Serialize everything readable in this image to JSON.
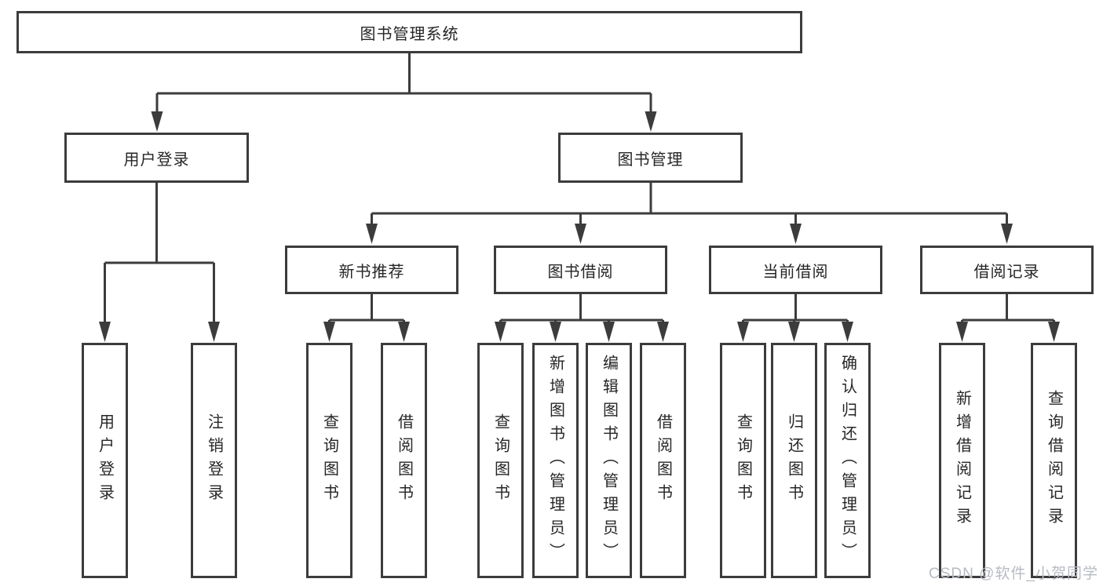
{
  "diagram": {
    "root": {
      "label": "图书管理系统"
    },
    "level2": [
      {
        "label": "用户登录"
      },
      {
        "label": "图书管理"
      }
    ],
    "level3": [
      {
        "label": "新书推荐"
      },
      {
        "label": "图书借阅"
      },
      {
        "label": "当前借阅"
      },
      {
        "label": "借阅记录"
      }
    ],
    "leaves": {
      "user_login": [
        "用户登录",
        "注销登录"
      ],
      "new_book": [
        "查询图书",
        "借阅图书"
      ],
      "borrow": [
        "查询图书",
        "新增图书（管理员）",
        "编辑图书（管理员）",
        "借阅图书"
      ],
      "current": [
        "查询图书",
        "归还图书",
        "确认归还（管理员）"
      ],
      "records": [
        "新增借阅记录",
        "查询借阅记录"
      ]
    }
  },
  "colors": {
    "line": "#3c3c3c",
    "text": "#262626",
    "watermark": "#b7bbc2"
  },
  "watermark": {
    "text": "CSDN @软件_小贺同学"
  }
}
